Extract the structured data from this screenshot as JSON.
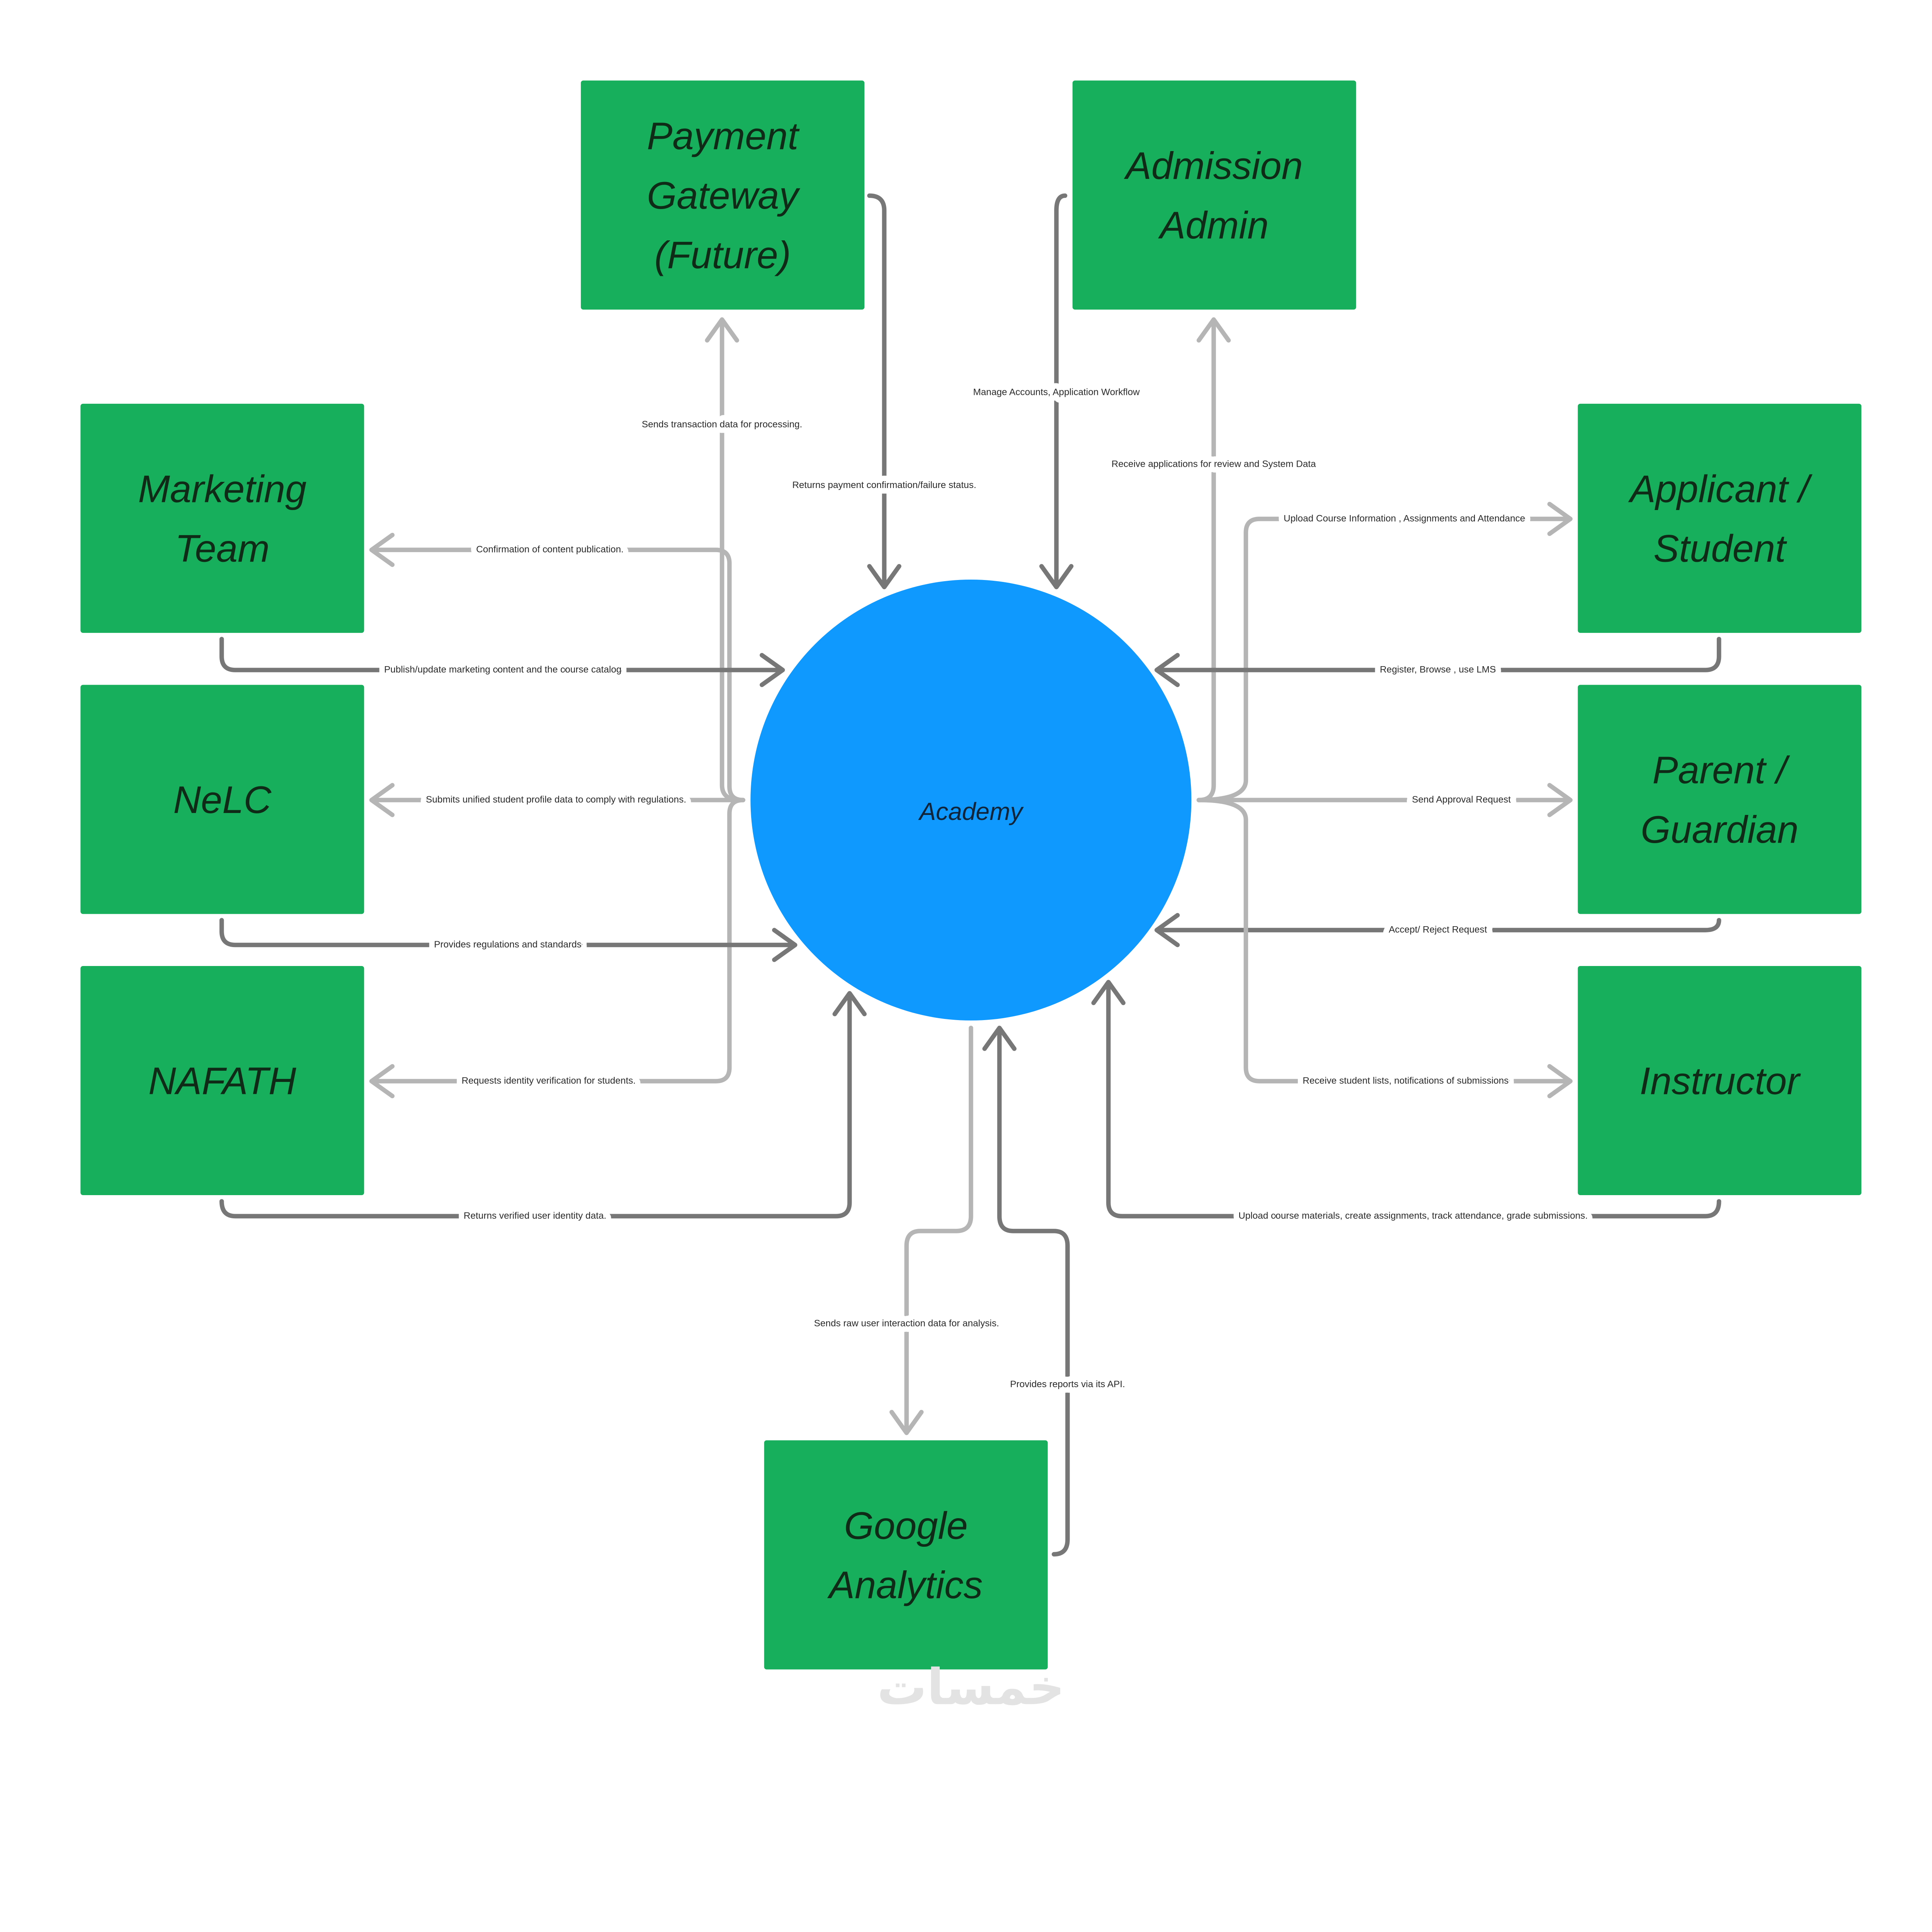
{
  "diagram": {
    "center": {
      "id": "academy",
      "label": "Academy",
      "color": "#0f98fd"
    },
    "node_color": "#17ae5c",
    "edge_colors": {
      "dark": "#777777",
      "light": "#b5b5b5"
    },
    "nodes": [
      {
        "id": "payment-gateway",
        "lines": [
          "Payment",
          "Gateway",
          "(Future)"
        ]
      },
      {
        "id": "admission-admin",
        "lines": [
          "Admission",
          "Admin"
        ]
      },
      {
        "id": "marketing-team",
        "lines": [
          "Marketing",
          "Team"
        ]
      },
      {
        "id": "nelc",
        "lines": [
          "NeLC"
        ]
      },
      {
        "id": "nafath",
        "lines": [
          "NAFATH"
        ]
      },
      {
        "id": "applicant-student",
        "lines": [
          "Applicant /",
          "Student"
        ]
      },
      {
        "id": "parent-guardian",
        "lines": [
          "Parent /",
          "Guardian"
        ]
      },
      {
        "id": "instructor",
        "lines": [
          "Instructor"
        ]
      },
      {
        "id": "google-analytics",
        "lines": [
          "Google",
          "Analytics"
        ]
      }
    ],
    "edges": [
      {
        "from": "payment-gateway",
        "to": "academy",
        "style": "dark",
        "label": "Returns payment confirmation/failure status."
      },
      {
        "from": "academy",
        "to": "payment-gateway",
        "style": "light",
        "label": "Sends transaction data for processing."
      },
      {
        "from": "academy",
        "to": "marketing-team",
        "style": "light",
        "label": "Confirmation of content publication."
      },
      {
        "from": "academy",
        "to": "nelc",
        "style": "light",
        "label": "Submits unified student profile data to comply with regulations."
      },
      {
        "from": "academy",
        "to": "nafath",
        "style": "light",
        "label": "Requests identity verification for students."
      },
      {
        "from": "marketing-team",
        "to": "academy",
        "style": "dark",
        "label": "Publish/update marketing content and the course catalog"
      },
      {
        "from": "nelc",
        "to": "academy",
        "style": "dark",
        "label": "Provides regulations and standards"
      },
      {
        "from": "nafath",
        "to": "academy",
        "style": "dark",
        "label": "Returns verified user identity data."
      },
      {
        "from": "admission-admin",
        "to": "academy",
        "style": "dark",
        "label": "Manage Accounts, Application Workflow"
      },
      {
        "from": "academy",
        "to": "admission-admin",
        "style": "light",
        "label": "Receive applications for review and System Data"
      },
      {
        "from": "academy",
        "to": "applicant-student",
        "style": "light",
        "label": "Upload Course Information , Assignments and Attendance"
      },
      {
        "from": "applicant-student",
        "to": "academy",
        "style": "dark",
        "label": "Register, Browse , use LMS"
      },
      {
        "from": "academy",
        "to": "parent-guardian",
        "style": "light",
        "label": "Send Approval Request"
      },
      {
        "from": "parent-guardian",
        "to": "academy",
        "style": "dark",
        "label": "Accept/ Reject Request"
      },
      {
        "from": "academy",
        "to": "instructor",
        "style": "light",
        "label": "Receive student lists, notifications of submissions"
      },
      {
        "from": "instructor",
        "to": "academy",
        "style": "dark",
        "label": "Upload course materials, create assignments, track attendance, grade submissions."
      },
      {
        "from": "academy",
        "to": "google-analytics",
        "style": "light",
        "label": "Sends raw user interaction data for analysis."
      },
      {
        "from": "google-analytics",
        "to": "academy",
        "style": "dark",
        "label": "Provides reports via its API."
      }
    ]
  },
  "watermark": "خمسات"
}
